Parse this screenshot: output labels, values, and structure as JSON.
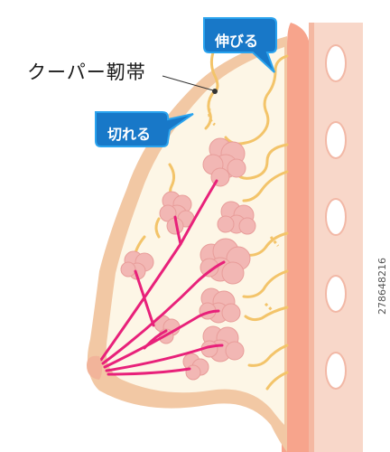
{
  "labels": {
    "cooper_ligament": "クーパー靭帯",
    "stretch": "伸びる",
    "tear": "切れる",
    "stock_id": "278648216"
  },
  "colors": {
    "skin_outline": "#f2c8a4",
    "breast_fill": "#fdf6e6",
    "ligament": "#f3c46a",
    "lobule": "#f2b7b4",
    "duct": "#e8217a",
    "chest_wall": "#f7a48c",
    "rib_fill": "#f8d7c9",
    "rib": "#ffffff",
    "badge": "#1878c8",
    "badge_border": "#2aa3ee"
  }
}
